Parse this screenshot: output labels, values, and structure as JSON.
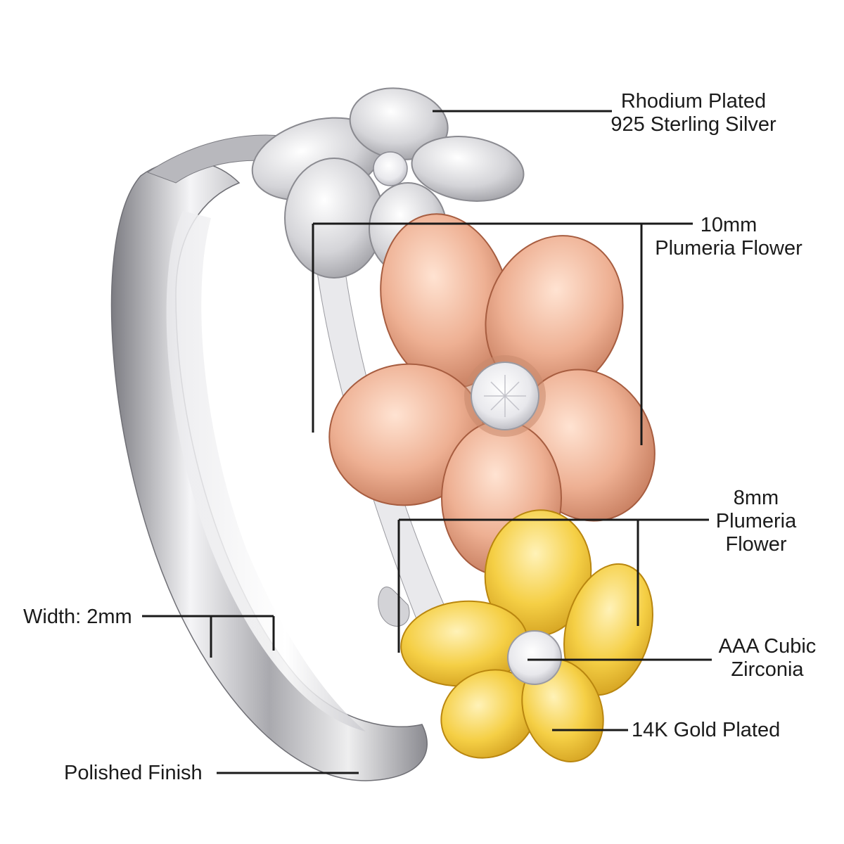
{
  "annotations": {
    "rhodium": {
      "line1": "Rhodium Plated",
      "line2": "925 Sterling Silver"
    },
    "flower10": {
      "line1": "10mm",
      "line2": "Plumeria Flower"
    },
    "flower8": {
      "line1": "8mm",
      "line2": "Plumeria",
      "line3": "Flower"
    },
    "zirconia": {
      "line1": "AAA Cubic",
      "line2": "Zirconia"
    },
    "gold": {
      "text": "14K Gold Plated"
    },
    "width": {
      "text": "Width: 2mm"
    },
    "finish": {
      "text": "Polished Finish"
    }
  },
  "colors": {
    "silver": "#d9d9dc",
    "silver_dark": "#8c8c92",
    "rose_gold": "#e7a583",
    "rose_gold_dark": "#b9694a",
    "gold": "#f3c93a",
    "gold_dark": "#c9951a",
    "stone": "#f4f4f6",
    "leader_line": "#1a1a1a"
  },
  "icons": {
    "ring": "ring-illustration",
    "flower": "plumeria-flower-icon",
    "stone": "cubic-zirconia-icon"
  }
}
